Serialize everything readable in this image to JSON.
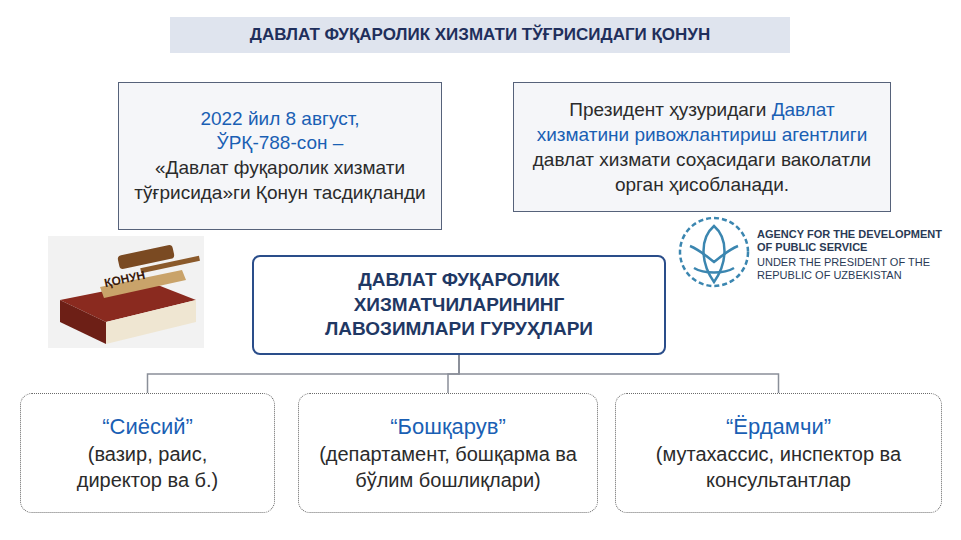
{
  "diagram": {
    "title": "ДАВЛАТ ФУҚАРОЛИК ХИЗМАТИ ТЎҒРИСИДАГИ ҚОНУН",
    "nodes": [
      {
        "text": [
          "2022 йил 8 август, ЎРҚ-788-сон –",
          "«Давлат фуқаролик хизмати тўғрисида»ги Қонун тасдиқланди"
        ]
      },
      {
        "text": [
          "Президент ҳузуридаги",
          "Давлат хизматини ривожлантириш агентлиги",
          "давлат хизмати соҳасидаги ваколатли орган ҳисобланади."
        ]
      },
      {
        "text": [
          "ДАВЛАТ ФУҚАРОЛИК ХИЗМАТЧИЛАРИНИНГ ЛАВОЗИМЛАРИ ГУРУҲЛАРИ"
        ]
      },
      {
        "text": [
          "“Сиёсий”",
          "(вазир, раис, директор ва б.)"
        ]
      },
      {
        "text": [
          "“Бошқарув”",
          "(департамент, бошқарма ва бўлим бошлиқлари)"
        ]
      },
      {
        "text": [
          "“Ёрдамчи”",
          "(мутахассис, инспектор ва консультантлар"
        ]
      }
    ],
    "edges": [
      {
        "from": 2,
        "to": 3,
        "arrow": "none"
      },
      {
        "from": 2,
        "to": 4,
        "arrow": "none"
      },
      {
        "from": 2,
        "to": 5,
        "arrow": "none"
      }
    ],
    "labels": [
      "ҚОНУН",
      "AGENCY FOR THE DEVELOPMENT OF PUBLIC SERVICE",
      "UNDER THE PRESIDENT OF THE REPUBLIC OF UZBEKISTAN"
    ]
  }
}
